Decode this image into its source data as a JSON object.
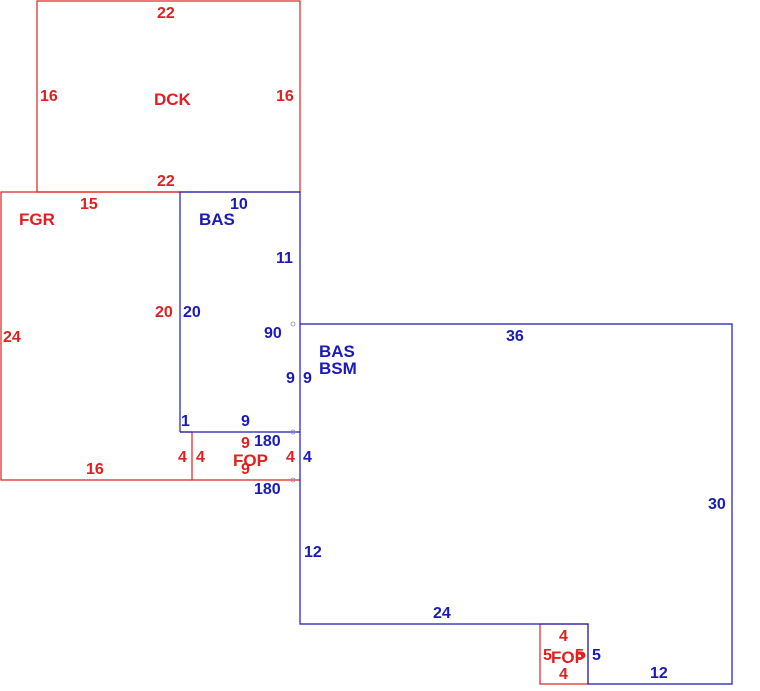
{
  "colors": {
    "red": "#e02020",
    "blue": "#1a1ab8",
    "background": "#ffffff"
  },
  "areas": {
    "dck": "DCK",
    "fgr": "FGR",
    "bas_upper": "BAS",
    "bas_lower": "BAS",
    "bsm": "BSM",
    "fop_upper": "FOP",
    "fop_lower": "FOP"
  },
  "dimensions": {
    "dck_top": "22",
    "dck_left": "16",
    "dck_right": "16",
    "dck_bottom": "22",
    "fgr_top": "15",
    "fgr_left": "24",
    "fgr_right": "20",
    "fgr_bottom": "16",
    "fgr_notch": "4",
    "bas_top": "10",
    "bas_right": "11",
    "bas_left": "20",
    "bas_step": "1",
    "bas_bottom": "9",
    "bas_inner_left": "9",
    "bas_inner_right": "9",
    "angle_90": "90",
    "angle_180_upper": "180",
    "angle_180_lower": "180",
    "fop_top": "9",
    "fop_bottom": "9",
    "fop_left": "4",
    "fop_right": "4",
    "fop_right_blue": "4",
    "bsm_top": "36",
    "bsm_right": "30",
    "bsm_left": "12",
    "bsm_bottom_left": "24",
    "bsm_bottom_right": "12",
    "fop2_top": "4",
    "fop2_bottom": "4",
    "fop2_left": "5",
    "fop2_inner": "5",
    "fop2_right": "5"
  }
}
